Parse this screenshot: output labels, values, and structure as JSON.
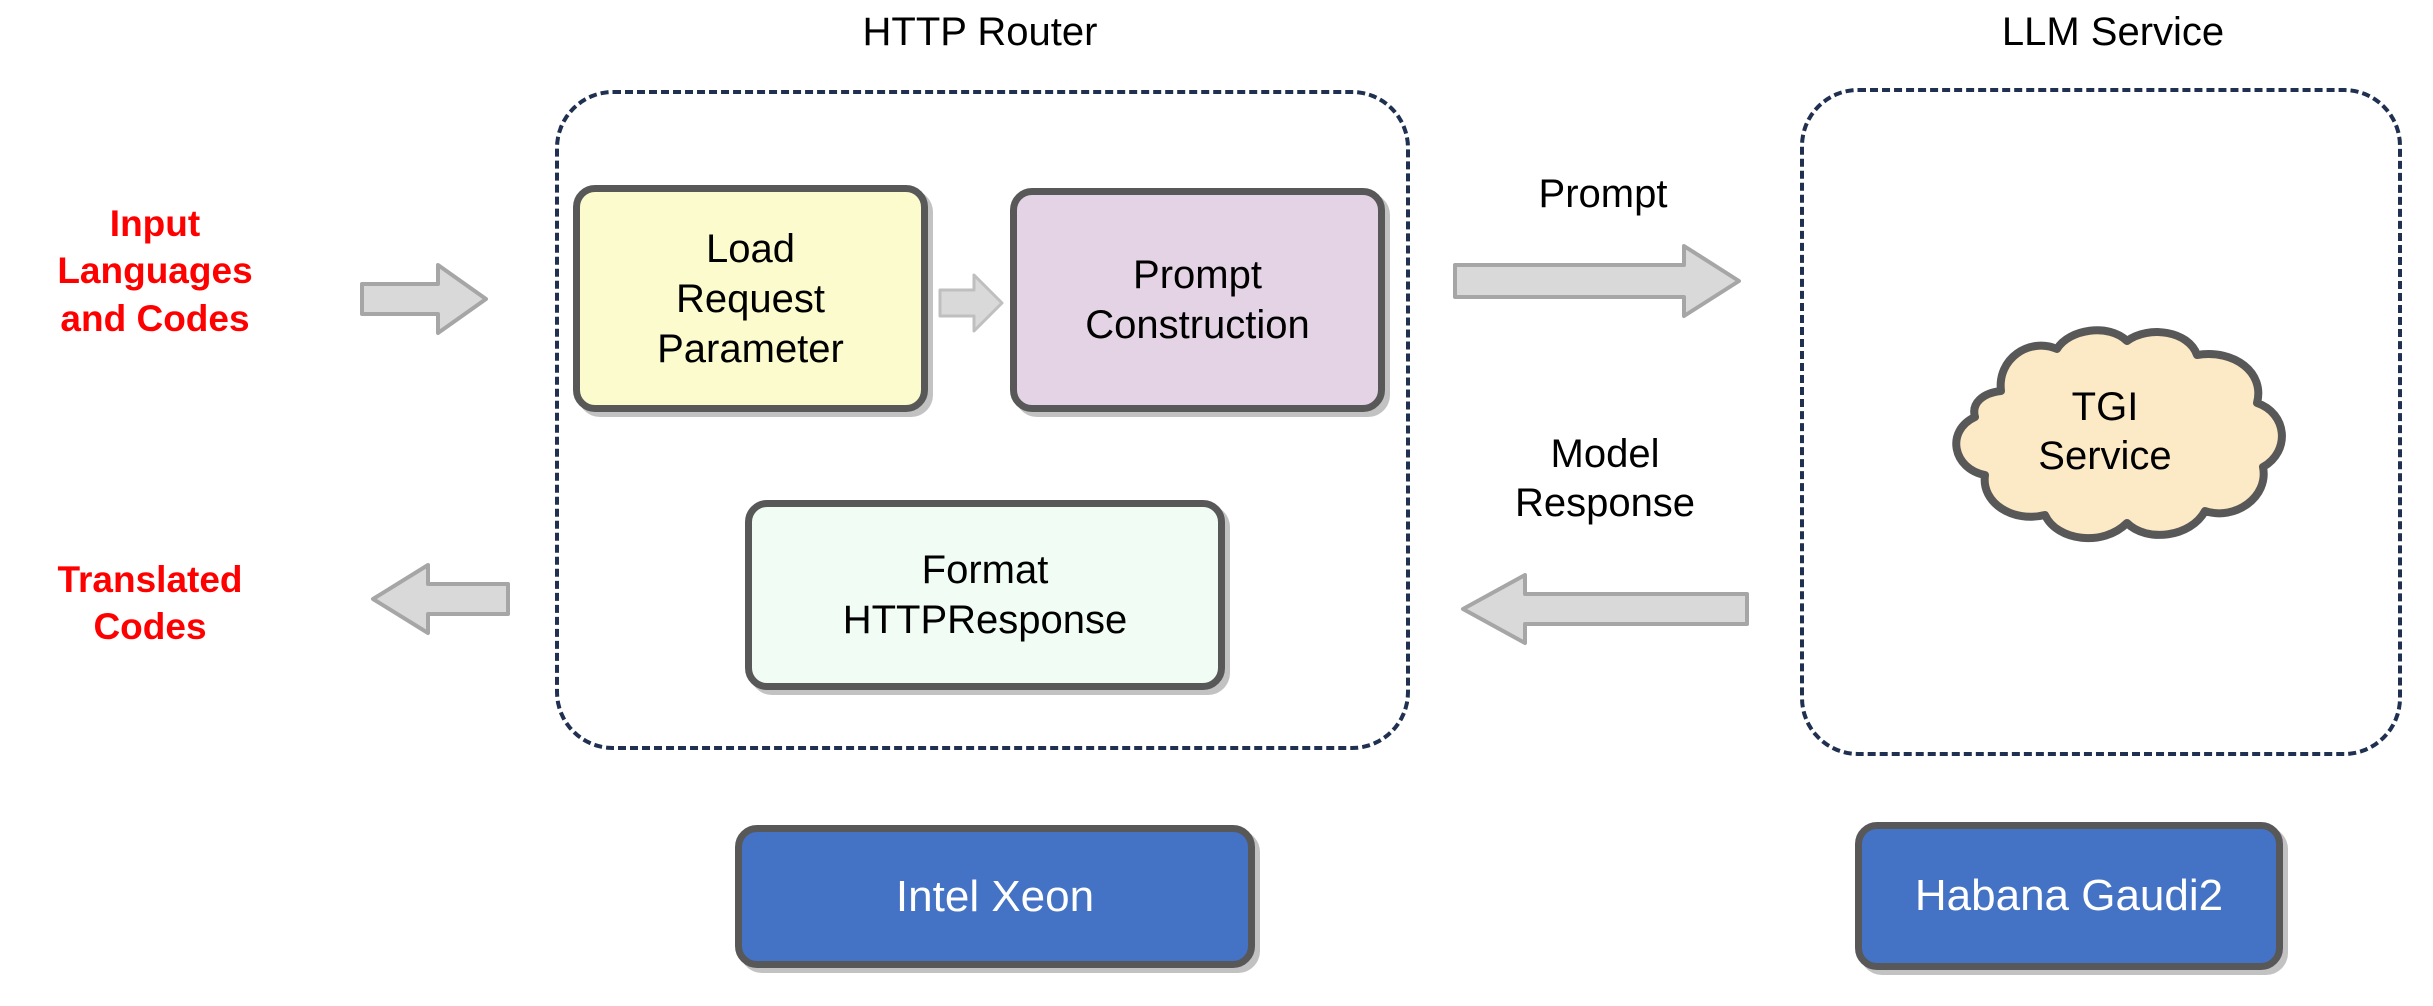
{
  "diagram": {
    "title_http_router": "HTTP Router",
    "title_llm_service": "LLM Service",
    "input_label": "Input\nLanguages\nand Codes",
    "output_label": "Translated\nCodes",
    "boxes": {
      "load_request_parameter": "Load\nRequest\nParameter",
      "prompt_construction": "Prompt\nConstruction",
      "format_http_response": "Format\nHTTPResponse",
      "tgi_service": "TGI\nService"
    },
    "flows": {
      "prompt": "Prompt",
      "model_response": "Model\nResponse"
    },
    "hardware": {
      "cpu": "Intel Xeon",
      "accelerator": "Habana Gaudi2"
    },
    "colors": {
      "input_output_text": "#FF0000",
      "hardware_fill": "#4472C4",
      "box_stroke": "#585858",
      "container_stroke": "#1F3050",
      "yellow_fill": "#FBFBCD",
      "purple_fill": "#E3D3E4",
      "mint_fill": "#F0FCF4",
      "cloud_fill": "#FCE9C6",
      "arrow_fill": "#D9D9D9"
    }
  }
}
